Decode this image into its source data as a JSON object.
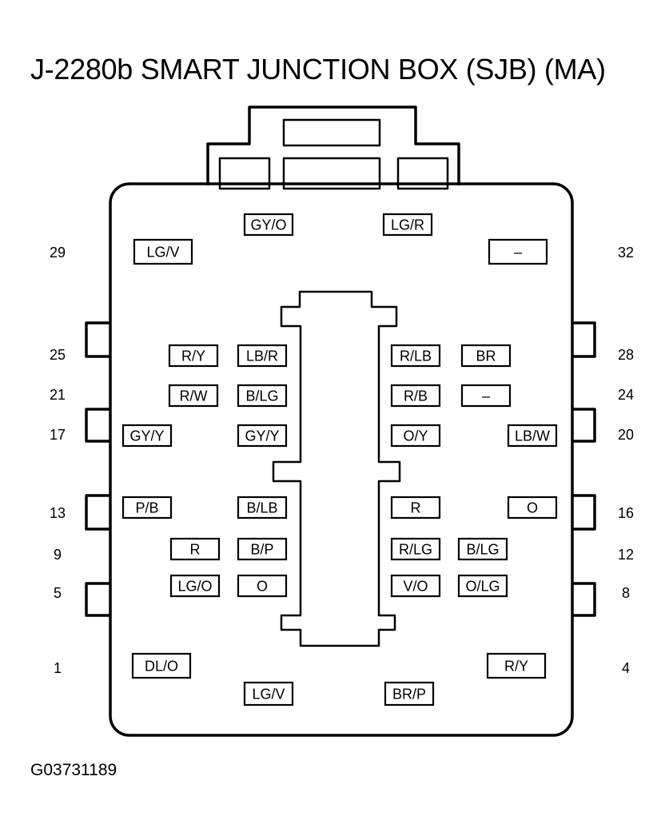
{
  "title": "J-2280b SMART JUNCTION BOX (SJB) (MA)",
  "figure_id": "G03731189",
  "wire_labels": [
    {
      "id": "t1",
      "text": "GY/O"
    },
    {
      "id": "t2",
      "text": "LG/R"
    },
    {
      "id": "a29",
      "text": "LG/V"
    },
    {
      "id": "a32",
      "text": "–"
    },
    {
      "id": "a25a",
      "text": "R/Y"
    },
    {
      "id": "a25b",
      "text": "LB/R"
    },
    {
      "id": "a28a",
      "text": "R/LB"
    },
    {
      "id": "a28b",
      "text": "BR"
    },
    {
      "id": "a21a",
      "text": "R/W"
    },
    {
      "id": "a21b",
      "text": "B/LG"
    },
    {
      "id": "a24a",
      "text": "R/B"
    },
    {
      "id": "a24b",
      "text": "–"
    },
    {
      "id": "a17a",
      "text": "GY/Y"
    },
    {
      "id": "a17b",
      "text": "GY/Y"
    },
    {
      "id": "a20a",
      "text": "O/Y"
    },
    {
      "id": "a20b",
      "text": "LB/W"
    },
    {
      "id": "a13a",
      "text": "P/B"
    },
    {
      "id": "a13b",
      "text": "B/LB"
    },
    {
      "id": "a16a",
      "text": "R"
    },
    {
      "id": "a16b",
      "text": "O"
    },
    {
      "id": "a9a",
      "text": "R"
    },
    {
      "id": "a9b",
      "text": "B/P"
    },
    {
      "id": "a12a",
      "text": "R/LG"
    },
    {
      "id": "a12b",
      "text": "B/LG"
    },
    {
      "id": "a5a",
      "text": "LG/O"
    },
    {
      "id": "a5b",
      "text": "O"
    },
    {
      "id": "a8a",
      "text": "V/O"
    },
    {
      "id": "a8b",
      "text": "O/LG"
    },
    {
      "id": "a1",
      "text": "DL/O"
    },
    {
      "id": "a4",
      "text": "R/Y"
    },
    {
      "id": "b1",
      "text": "LG/V"
    },
    {
      "id": "b2",
      "text": "BR/P"
    }
  ],
  "pin_numbers": {
    "left": [
      "29",
      "25",
      "21",
      "17",
      "13",
      "9",
      "5",
      "1"
    ],
    "right": [
      "32",
      "28",
      "24",
      "20",
      "16",
      "12",
      "8",
      "4"
    ]
  }
}
